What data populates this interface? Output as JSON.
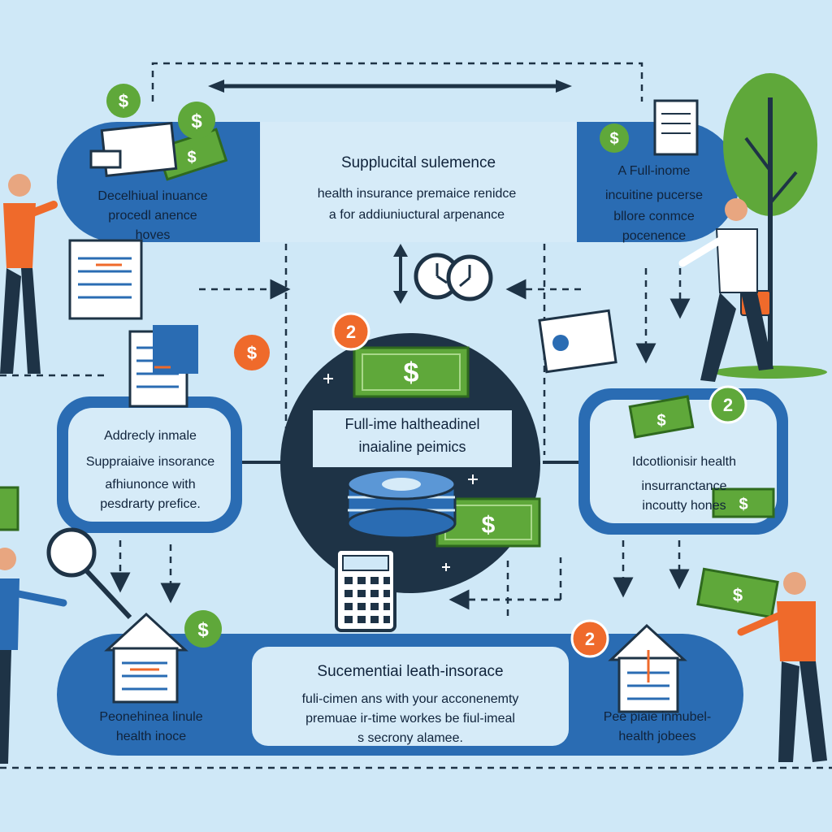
{
  "top_center": {
    "title": "Supplucital sulemence",
    "lines": [
      "health insurance premaice renidce",
      "a for addiuniuctural arpenance"
    ]
  },
  "top_left": {
    "lines": [
      "Decelhiual inuance",
      "procedl anence",
      "hoves"
    ]
  },
  "top_right": {
    "lines": [
      "A Full-inome",
      "incuitine pucerse",
      "bllore conmce",
      "pocenence"
    ]
  },
  "mid_left": {
    "lines": [
      "Addrecly inmale",
      "Suppraiaive insorance",
      "afhiunonce with",
      "pesdrarty prefice."
    ]
  },
  "mid_right": {
    "lines": [
      "Idcotlionisir health",
      "insurranctance",
      "incoutty hones"
    ]
  },
  "center": {
    "lines": [
      "Full-ime haltheadinel",
      "inaialine peimics"
    ]
  },
  "bottom_center": {
    "title": "Sucementiai leath-insorace",
    "lines": [
      "fuli-cimen ans with your acconenemty",
      "premuae ir-time workes be fiul-imeal",
      "s secrony alamee."
    ]
  },
  "bottom_left": {
    "lines": [
      "Peonehinea linule",
      "health inoce"
    ]
  },
  "bottom_right": {
    "lines": [
      "Pee piaie inmubel-",
      "health jobees"
    ]
  },
  "badges": {
    "dollar": "$",
    "number": "2"
  },
  "icons": [
    "dollar-coin-icon",
    "money-bill-icon",
    "document-icon",
    "clock-icon",
    "coin-stack-icon",
    "calculator-icon",
    "house-icon",
    "magnifier-icon",
    "briefcase-icon",
    "tree-icon",
    "person-icon"
  ],
  "colors": {
    "background": "#cfe8f7",
    "panel_blue": "#2a6cb3",
    "panel_dark": "#1e3346",
    "money_green": "#5fa83a",
    "accent_orange": "#ef6a2b",
    "text_dark": "#10233b"
  }
}
